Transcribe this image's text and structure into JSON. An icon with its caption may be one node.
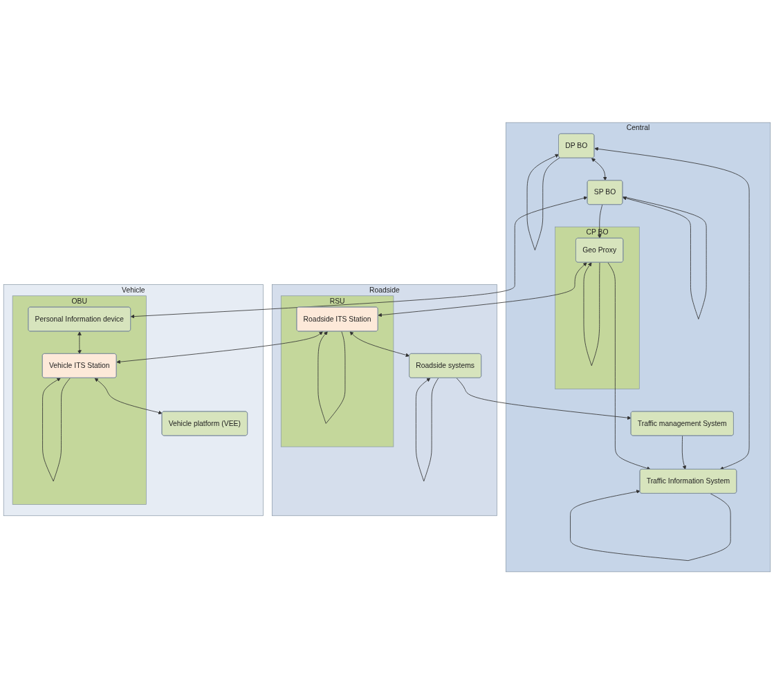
{
  "diagram": {
    "nodes": [
      {
        "text": [
          "Central"
        ]
      },
      {
        "text": [
          "DP BO"
        ],
        "in": 0
      },
      {
        "text": [
          "Traffic Information System"
        ],
        "in": 0
      },
      {
        "text": [
          "Traffic management System"
        ],
        "in": 0
      },
      {
        "text": [
          "SP BO"
        ],
        "in": 0
      },
      {
        "text": [
          "CP BO"
        ],
        "in": 0
      },
      {
        "text": [
          "Geo Proxy"
        ],
        "in": 5
      },
      {
        "text": [
          "Roadside"
        ]
      },
      {
        "text": [
          "RSU"
        ],
        "in": 7
      },
      {
        "text": [
          "Roadside ITS Station"
        ],
        "in": 8
      },
      {
        "text": [
          "Roadside systems"
        ],
        "in": 7
      },
      {
        "text": [
          "Vehicle"
        ]
      },
      {
        "text": [
          "OBU"
        ],
        "in": 11
      },
      {
        "text": [
          "Personal Information device"
        ],
        "in": 12
      },
      {
        "text": [
          "Vehicle ITS Station"
        ],
        "in": 12
      },
      {
        "text": [
          "Vehicle platform (VEE)"
        ],
        "in": 11
      }
    ],
    "edges": [
      {
        "from": 1,
        "to": 2,
        "arrow": "both"
      },
      {
        "from": 3,
        "to": 2,
        "arrow": "to"
      },
      {
        "from": 1,
        "to": 4,
        "arrow": "both"
      },
      {
        "from": 4,
        "to": 6,
        "arrow": "to"
      },
      {
        "from": 6,
        "to": 2,
        "arrow": "to"
      },
      {
        "from": 6,
        "to": 9,
        "arrow": "both"
      },
      {
        "from": 10,
        "to": 3,
        "arrow": "to"
      },
      {
        "from": 9,
        "to": 10,
        "arrow": "both"
      },
      {
        "from": 4,
        "to": 13,
        "arrow": "both"
      },
      {
        "from": 9,
        "to": 14,
        "arrow": "both"
      },
      {
        "from": 13,
        "to": 14,
        "arrow": "both"
      },
      {
        "from": 14,
        "to": 15,
        "arrow": "both"
      },
      {
        "from": 1,
        "to": 1,
        "arrow": "to"
      },
      {
        "from": 2,
        "to": 2,
        "arrow": "to"
      },
      {
        "from": 4,
        "to": 4,
        "arrow": "to"
      },
      {
        "from": 6,
        "to": 6,
        "arrow": "to"
      },
      {
        "from": 9,
        "to": 9,
        "arrow": "to"
      },
      {
        "from": 10,
        "to": 10,
        "arrow": "to"
      },
      {
        "from": 14,
        "to": 14,
        "arrow": "to"
      }
    ]
  }
}
